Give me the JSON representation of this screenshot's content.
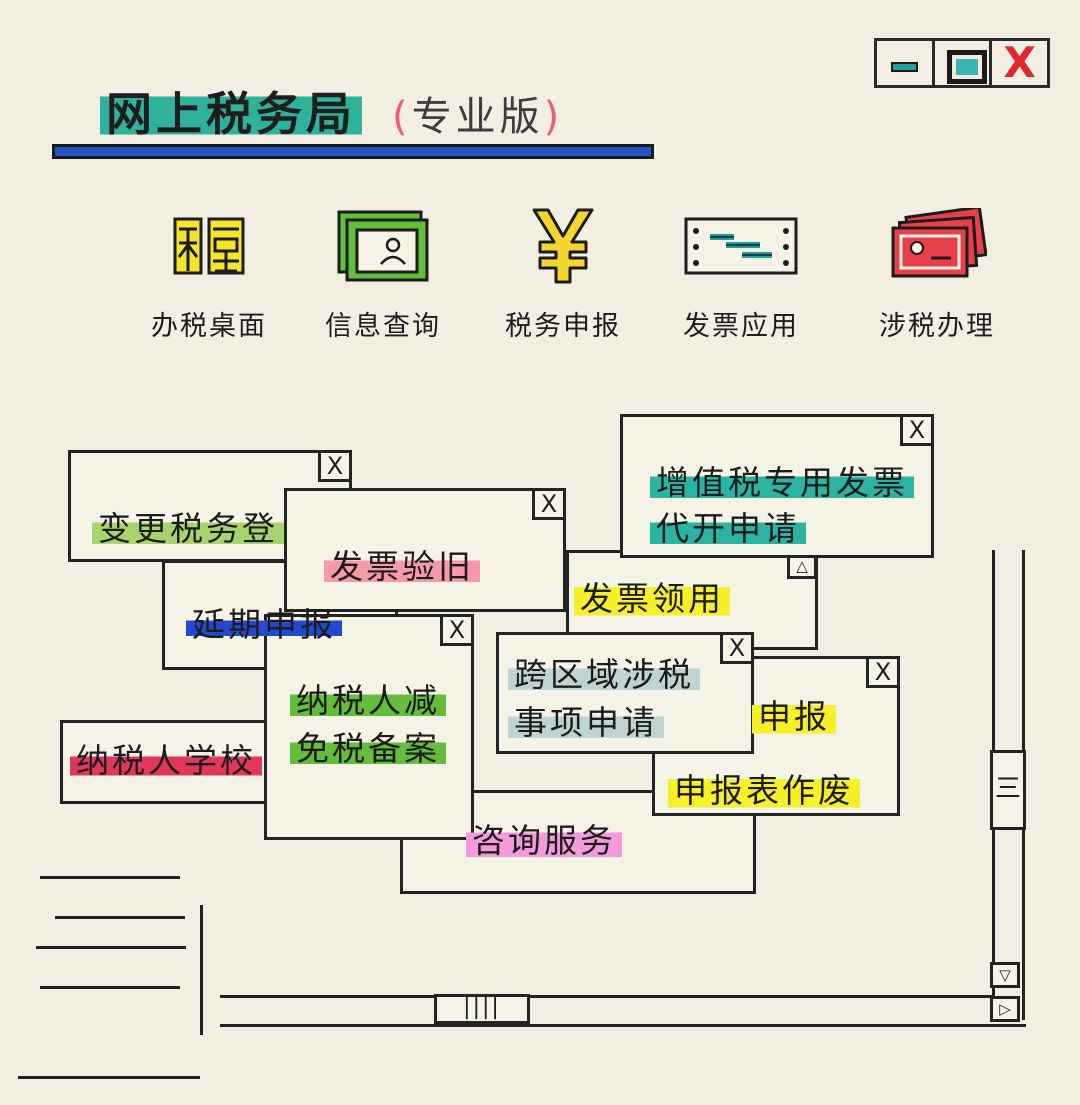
{
  "window_controls": {
    "minimize_icon": "minimize-icon",
    "maximize_icon": "maximize-icon",
    "close_icon": "close-icon",
    "close_glyph": "X"
  },
  "app": {
    "title": "网上税务局",
    "subtitle": "专业版",
    "paren_open": "(",
    "paren_close": ")"
  },
  "toolbar": {
    "items": [
      {
        "label": "办税桌面",
        "icon": "tax-desktop-icon",
        "color": "#f4e42a"
      },
      {
        "label": "信息查询",
        "icon": "info-query-icon",
        "color": "#63be3c"
      },
      {
        "label": "税务申报",
        "icon": "yuan-icon",
        "color": "#f4d62e"
      },
      {
        "label": "发票应用",
        "icon": "invoice-icon",
        "color": "#1f9fa0"
      },
      {
        "label": "涉税办理",
        "icon": "tax-handling-icon",
        "color": "#e8404a"
      }
    ]
  },
  "windows": {
    "close_glyph": "X",
    "change_registration": "变更税务登",
    "invoice_verification": "发票验旧",
    "deferred_filing": "延期申报",
    "vat_invoice_line1": "增值税专用发票",
    "vat_invoice_line2": "代开申请",
    "invoice_collection": "发票领用",
    "cross_region_line1": "跨区域涉税",
    "cross_region_line2": "事项申请",
    "filing": "申报",
    "taxpayer_reduction_line1": "纳税人减",
    "taxpayer_reduction_line2": "免税备案",
    "taxpayer_school": "纳税人学校",
    "filing_void": "申报表作废",
    "consulting_service": "咨询服务"
  },
  "scrollbars": {
    "vertical_thumb": "三",
    "horizontal_thumb": "||||",
    "down_arrow": "▽",
    "right_arrow": "▷",
    "up_arrow": "△"
  }
}
